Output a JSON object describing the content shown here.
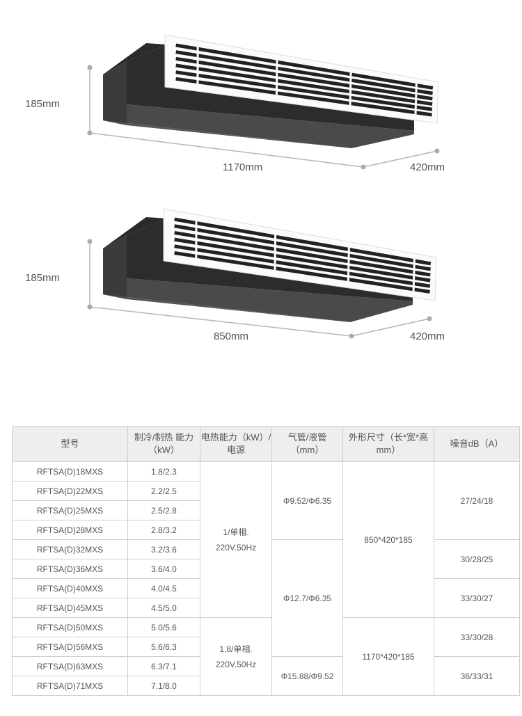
{
  "illustrations": [
    {
      "height_label": "185mm",
      "length_label": "1170mm",
      "depth_label": "420mm"
    },
    {
      "height_label": "185mm",
      "length_label": "850mm",
      "depth_label": "420mm"
    }
  ],
  "table": {
    "headers": [
      {
        "line1": "型号",
        "line2": ""
      },
      {
        "line1": "制冷/制热 能力",
        "line2": "（kW）"
      },
      {
        "line1": "电热能力",
        "line2": "（kW）/电源"
      },
      {
        "line1": "气管/液管",
        "line2": "（mm）"
      },
      {
        "line1": "外形尺寸",
        "line2": "（长*宽*高mm）"
      },
      {
        "line1": "噪音dB（A）",
        "line2": ""
      }
    ],
    "models": [
      "RFTSA(D)18MXS",
      "RFTSA(D)22MXS",
      "RFTSA(D)25MXS",
      "RFTSA(D)28MXS",
      "RFTSA(D)32MXS",
      "RFTSA(D)36MXS",
      "RFTSA(D)40MXS",
      "RFTSA(D)45MXS",
      "RFTSA(D)50MXS",
      "RFTSA(D)56MXS",
      "RFTSA(D)63MXS",
      "RFTSA(D)71MXS"
    ],
    "capacity": [
      "1.8/2.3",
      "2.2/2.5",
      "2.5/2.8",
      "2.8/3.2",
      "3.2/3.6",
      "3.6/4.0",
      "4.0/4.5",
      "4.5/5.0",
      "5.0/5.6",
      "5.6/6.3",
      "6.3/7.1",
      "7.1/8.0"
    ],
    "electric_heat": [
      {
        "line1": "1/单相.",
        "line2": "220V.50Hz"
      },
      {
        "line1": "1.8/单相.",
        "line2": "220V.50Hz"
      }
    ],
    "pipes": [
      "Φ9.52/Φ6.35",
      "Φ12.7/Φ6.35",
      "Φ15.88/Φ9.52"
    ],
    "dimensions": [
      "850*420*185",
      "1170*420*185"
    ],
    "noise": [
      "27/24/18",
      "30/28/25",
      "33/30/27",
      "33/30/28",
      "36/33/31"
    ]
  }
}
